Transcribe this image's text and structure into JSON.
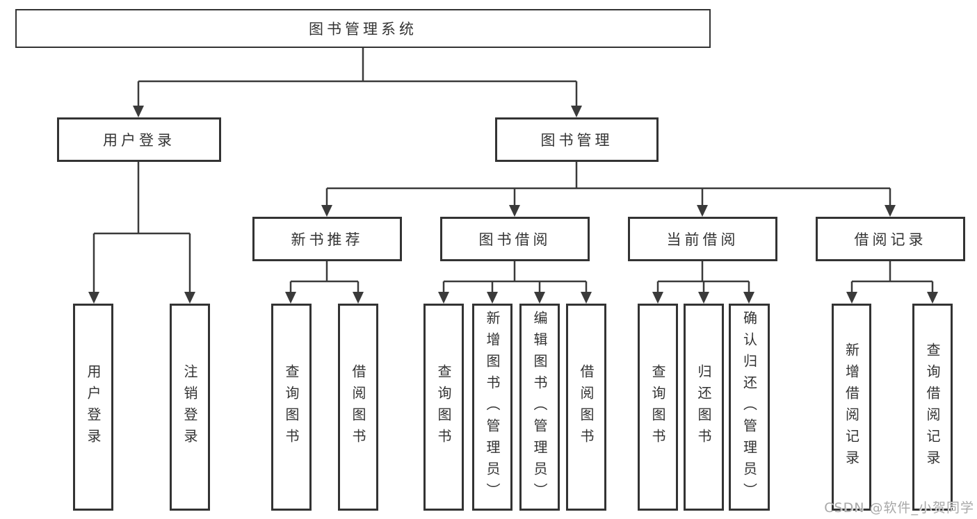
{
  "tree": {
    "label": "图书管理系统",
    "children": [
      {
        "label": "用户登录",
        "children": [
          {
            "label": "用户登录"
          },
          {
            "label": "注销登录"
          }
        ]
      },
      {
        "label": "图书管理",
        "children": [
          {
            "label": "新书推荐",
            "children": [
              {
                "label": "查询图书"
              },
              {
                "label": "借阅图书"
              }
            ]
          },
          {
            "label": "图书借阅",
            "children": [
              {
                "label": "查询图书"
              },
              {
                "label": "新增图书（管理员）"
              },
              {
                "label": "编辑图书（管理员）"
              },
              {
                "label": "借阅图书"
              }
            ]
          },
          {
            "label": "当前借阅",
            "children": [
              {
                "label": "查询图书"
              },
              {
                "label": "归还图书"
              },
              {
                "label": "确认归还（管理员）"
              }
            ]
          },
          {
            "label": "借阅记录",
            "children": [
              {
                "label": "新增借阅记录"
              },
              {
                "label": "查询借阅记录"
              }
            ]
          }
        ]
      }
    ]
  },
  "watermark": {
    "text": "CSDN @软件_小贺同学"
  },
  "colors": {
    "line": "#3a3a3a",
    "box_border": "#333333",
    "text": "#333333",
    "watermark": "#a8a8a8",
    "bg": "#ffffff"
  }
}
